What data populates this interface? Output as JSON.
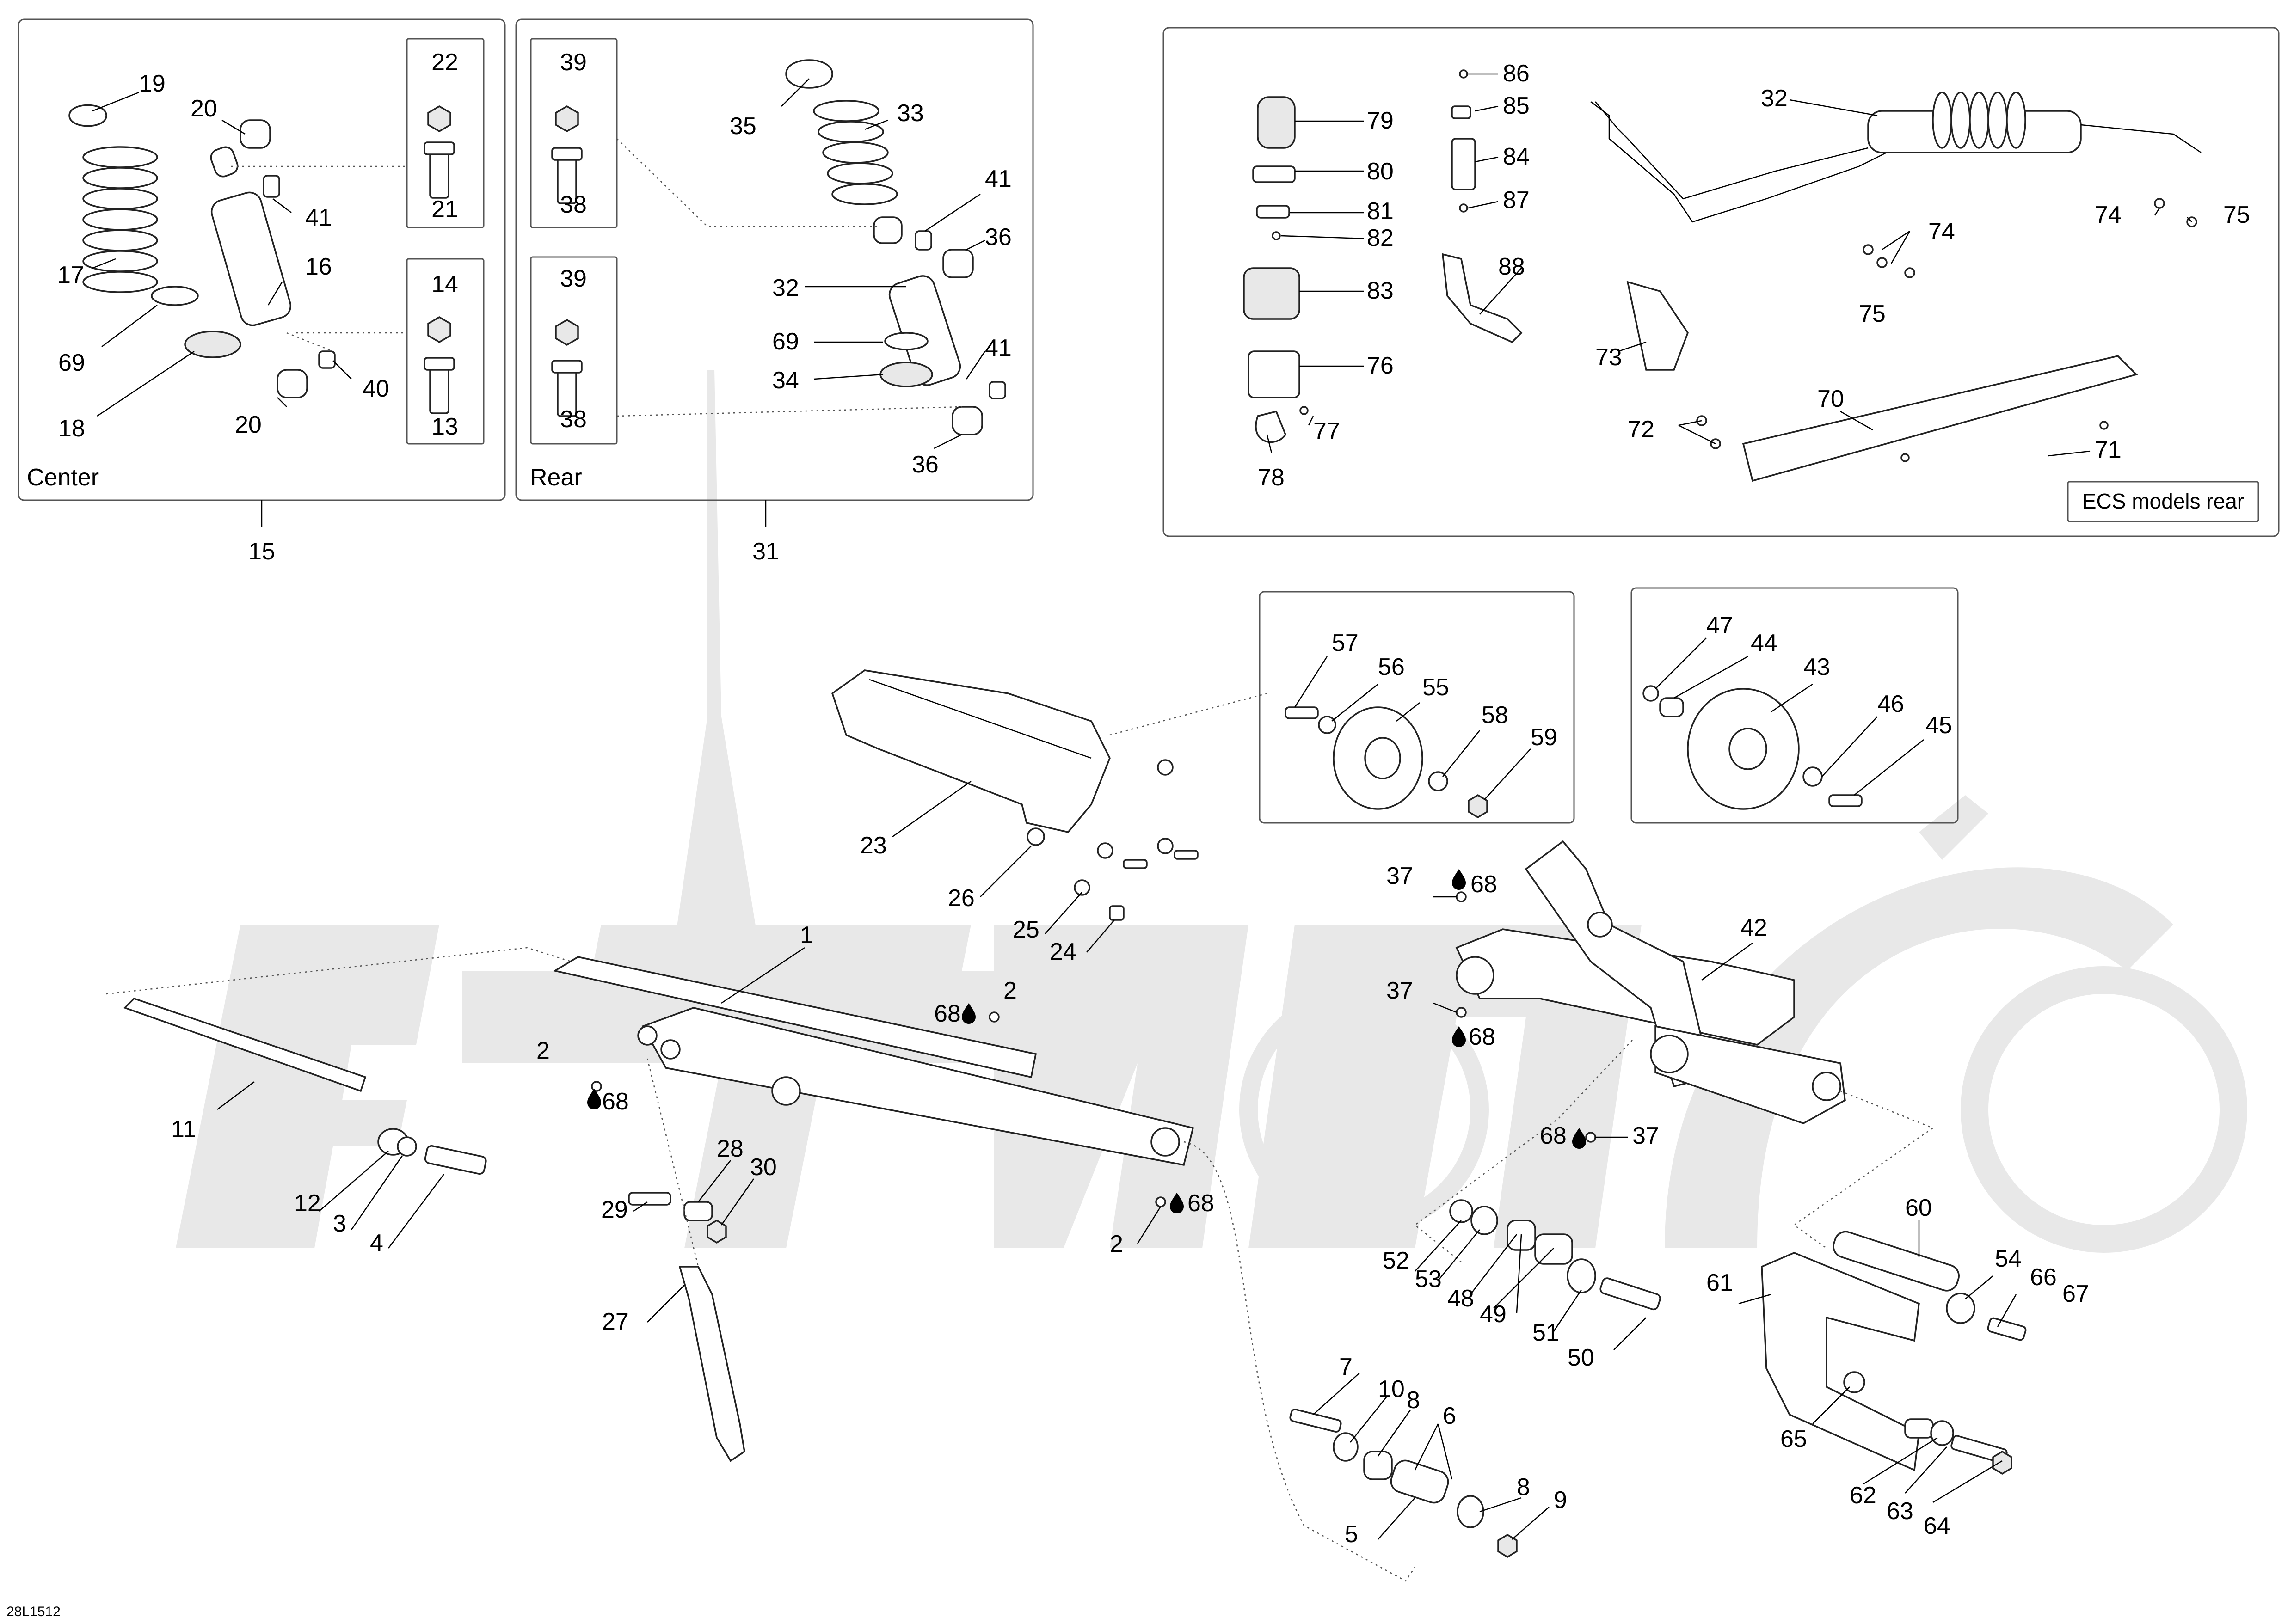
{
  "diagram": {
    "code": "28L1512",
    "panel_center": {
      "label": "Center",
      "ref": "15"
    },
    "panel_rear": {
      "label": "Rear",
      "ref": "31"
    },
    "ecs_label": "ECS models rear",
    "callouts": {
      "c1": "1",
      "c2": "2",
      "c3": "3",
      "c4": "4",
      "c5": "5",
      "c6": "6",
      "c7": "7",
      "c8": "8",
      "c9": "9",
      "c10": "10",
      "c11": "11",
      "c12": "12",
      "c13": "13",
      "c14": "14",
      "c16": "16",
      "c17": "17",
      "c18": "18",
      "c19": "19",
      "c20": "20",
      "c21": "21",
      "c22": "22",
      "c23": "23",
      "c24": "24",
      "c25": "25",
      "c26": "26",
      "c27": "27",
      "c28": "28",
      "c29": "29",
      "c30": "30",
      "c32": "32",
      "c33": "33",
      "c34": "34",
      "c35": "35",
      "c36": "36",
      "c37": "37",
      "c38": "38",
      "c39": "39",
      "c40": "40",
      "c41": "41",
      "c42": "42",
      "c43": "43",
      "c44": "44",
      "c45": "45",
      "c46": "46",
      "c47": "47",
      "c48": "48",
      "c49": "49",
      "c50": "50",
      "c51": "51",
      "c52": "52",
      "c53": "53",
      "c54": "54",
      "c55": "55",
      "c56": "56",
      "c57": "57",
      "c58": "58",
      "c59": "59",
      "c60": "60",
      "c61": "61",
      "c62": "62",
      "c63": "63",
      "c64": "64",
      "c65": "65",
      "c66": "66",
      "c67": "67",
      "c68": "68",
      "c69": "69",
      "c70": "70",
      "c71": "71",
      "c72": "72",
      "c73": "73",
      "c74": "74",
      "c75": "75",
      "c76": "76",
      "c77": "77",
      "c78": "78",
      "c79": "79",
      "c80": "80",
      "c81": "81",
      "c82": "82",
      "c83": "83",
      "c84": "84",
      "c85": "85",
      "c86": "86",
      "c87": "87",
      "c88": "88"
    }
  }
}
